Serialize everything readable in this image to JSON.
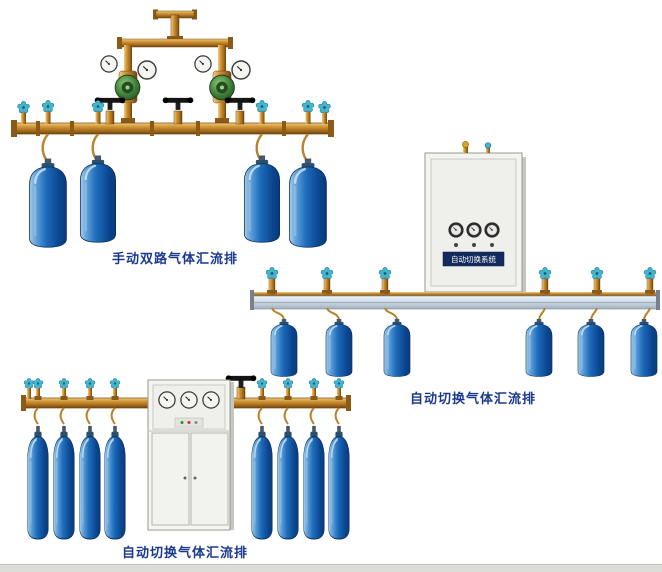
{
  "products": [
    {
      "name": "manual-dual-gas-manifold",
      "caption": "手动双路气体汇流排",
      "cylinder_count": 4
    },
    {
      "name": "auto-switch-gas-manifold",
      "caption": "自动切换气体汇流排",
      "cabinet_label": "自动切换系统",
      "cylinder_count": 6
    },
    {
      "name": "auto-switch-gas-manifold-floor-cabinet",
      "caption": "自动切换气体汇流排",
      "cylinder_count": 8
    }
  ],
  "colors": {
    "caption_text": "#1a3a8f",
    "cylinder_blue": "#1e6cbb",
    "brass": "#cf9434",
    "cabinet_body": "#f4f4f0",
    "valve_knob_cyan": "#45b4cc",
    "rail_silver": "#cdd8e2"
  }
}
